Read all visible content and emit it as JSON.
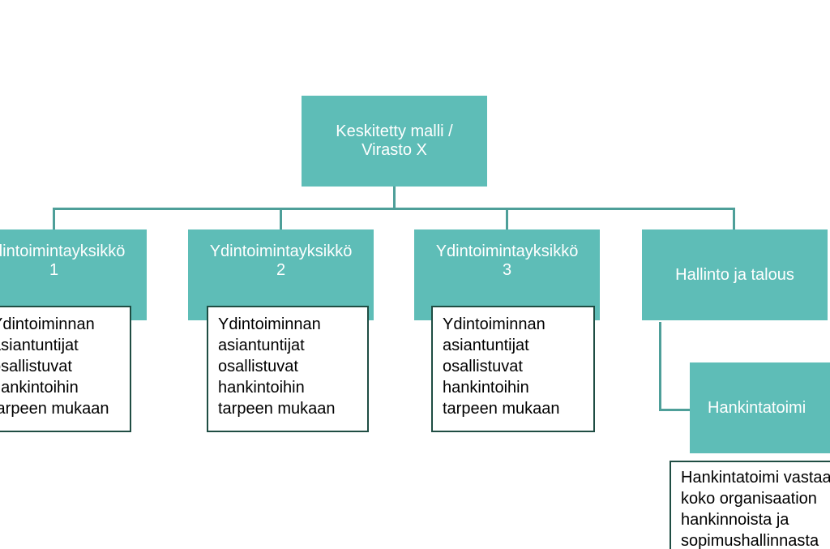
{
  "root": {
    "line1": "Keskitetty malli /",
    "line2": "Virasto X"
  },
  "units": [
    {
      "title_line1": "Ydintoimintayksikkö",
      "title_line2": "1",
      "note": [
        "Ydintoiminnan",
        "asiantuntijat",
        "osallistuvat",
        "hankintoihin",
        "tarpeen mukaan"
      ]
    },
    {
      "title_line1": "Ydintoimintayksikkö",
      "title_line2": "2",
      "note": [
        "Ydintoiminnan",
        "asiantuntijat",
        "osallistuvat",
        "hankintoihin",
        "tarpeen mukaan"
      ]
    },
    {
      "title_line1": "Ydintoimintayksikkö",
      "title_line2": "3",
      "note": [
        "Ydintoiminnan",
        "asiantuntijat",
        "osallistuvat",
        "hankintoihin",
        "tarpeen mukaan"
      ]
    }
  ],
  "admin": {
    "title": "Hallinto ja talous"
  },
  "procurement": {
    "title": "Hankintatoimi",
    "note": [
      "Hankintatoimi vastaa",
      "koko organisaation",
      "hankinnoista ja",
      "sopimushallinnasta"
    ]
  },
  "colors": {
    "box_fill": "#5ebdb7",
    "connector": "#4e9f99",
    "note_border": "#1f4d43"
  }
}
